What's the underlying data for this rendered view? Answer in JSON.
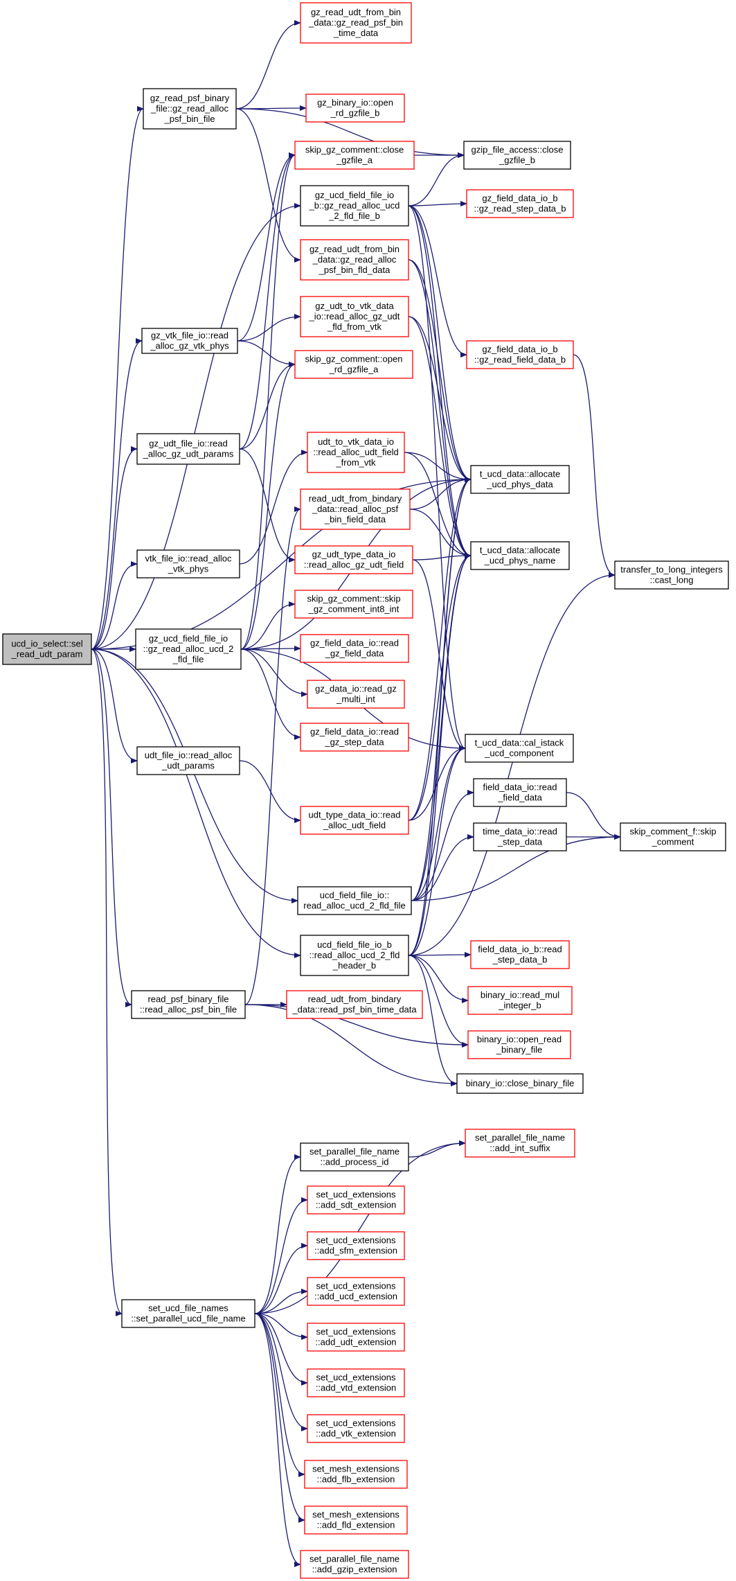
{
  "graph": {
    "title": "",
    "colors": {
      "edge": "#191970",
      "documented_border": "#000000",
      "undocumented_border": "#ff0000",
      "root_fill": "#bfbfbf"
    },
    "nodes": [
      {
        "id": "root",
        "kind": "root",
        "lines": [
          "ucd_io_select::sel",
          "_read_udt_param"
        ]
      },
      {
        "id": "gz_read_psf_binary",
        "kind": "defined",
        "lines": [
          "gz_read_psf_binary",
          "_file::gz_read_alloc",
          "_psf_bin_file"
        ]
      },
      {
        "id": "gz_vtk_file_io",
        "kind": "defined",
        "lines": [
          "gz_vtk_file_io::read",
          "_alloc_gz_vtk_phys"
        ]
      },
      {
        "id": "gz_udt_file_io",
        "kind": "defined",
        "lines": [
          "gz_udt_file_io::read",
          "_alloc_gz_udt_params"
        ]
      },
      {
        "id": "vtk_file_io",
        "kind": "defined",
        "lines": [
          "vtk_file_io::read_alloc",
          "_vtk_phys"
        ]
      },
      {
        "id": "gz_ucd_field_file_io",
        "kind": "defined",
        "lines": [
          "gz_ucd_field_file_io",
          "::gz_read_alloc_ucd_2",
          "_fld_file"
        ]
      },
      {
        "id": "udt_file_io",
        "kind": "defined",
        "lines": [
          "udt_file_io::read_alloc",
          "_udt_params"
        ]
      },
      {
        "id": "read_psf_binary_file",
        "kind": "defined",
        "lines": [
          "read_psf_binary_file",
          "::read_alloc_psf_bin_file"
        ]
      },
      {
        "id": "set_ucd_file_names",
        "kind": "defined",
        "lines": [
          "set_ucd_file_names",
          "::set_parallel_ucd_file_name"
        ]
      },
      {
        "id": "gz_read_udt_time",
        "kind": "undocumented",
        "lines": [
          "gz_read_udt_from_bin",
          "_data::gz_read_psf_bin",
          "_time_data"
        ]
      },
      {
        "id": "gz_binary_io_open",
        "kind": "undocumented",
        "lines": [
          "gz_binary_io::open",
          "_rd_gzfile_b"
        ]
      },
      {
        "id": "skip_gz_close",
        "kind": "undocumented",
        "lines": [
          "skip_gz_comment::close",
          "_gzfile_a"
        ]
      },
      {
        "id": "gz_ucd_field_file_io_b",
        "kind": "defined",
        "lines": [
          "gz_ucd_field_file_io",
          "_b::gz_read_alloc_ucd",
          "_2_fld_file_b"
        ]
      },
      {
        "id": "gz_read_udt_fld",
        "kind": "undocumented",
        "lines": [
          "gz_read_udt_from_bin",
          "_data::gz_read_alloc",
          "_psf_bin_fld_data"
        ]
      },
      {
        "id": "gz_udt_to_vtk",
        "kind": "undocumented",
        "lines": [
          "gz_udt_to_vtk_data",
          "_io::read_alloc_gz_udt",
          "_fld_from_vtk"
        ]
      },
      {
        "id": "skip_gz_open",
        "kind": "undocumented",
        "lines": [
          "skip_gz_comment::open",
          "_rd_gzfile_a"
        ]
      },
      {
        "id": "udt_to_vtk",
        "kind": "undocumented",
        "lines": [
          "udt_to_vtk_data_io",
          "::read_alloc_udt_field",
          "_from_vtk"
        ]
      },
      {
        "id": "read_udt_bindary_fld",
        "kind": "undocumented",
        "lines": [
          "read_udt_from_bindary",
          "_data::read_alloc_psf",
          "_bin_field_data"
        ]
      },
      {
        "id": "gz_udt_type",
        "kind": "undocumented",
        "lines": [
          "gz_udt_type_data_io",
          "::read_alloc_gz_udt_field"
        ]
      },
      {
        "id": "skip_int8",
        "kind": "undocumented",
        "lines": [
          "skip_gz_comment::skip",
          "_gz_comment_int8_int"
        ]
      },
      {
        "id": "gz_field_read",
        "kind": "undocumented",
        "lines": [
          "gz_field_data_io::read",
          "_gz_field_data"
        ]
      },
      {
        "id": "gz_multi_int",
        "kind": "undocumented",
        "lines": [
          "gz_data_io::read_gz",
          "_multi_int"
        ]
      },
      {
        "id": "gz_step_data",
        "kind": "undocumented",
        "lines": [
          "gz_field_data_io::read",
          "_gz_step_data"
        ]
      },
      {
        "id": "udt_type_data",
        "kind": "undocumented",
        "lines": [
          "udt_type_data_io::read",
          "_alloc_udt_field"
        ]
      },
      {
        "id": "ucd_field_file_io",
        "kind": "defined",
        "lines": [
          "ucd_field_file_io::",
          "read_alloc_ucd_2_fld_file"
        ]
      },
      {
        "id": "ucd_field_file_io_b",
        "kind": "defined",
        "lines": [
          "ucd_field_file_io_b",
          "::read_alloc_ucd_2_fld",
          "_header_b"
        ]
      },
      {
        "id": "read_udt_bindary_time",
        "kind": "undocumented",
        "lines": [
          "read_udt_from_bindary",
          "_data::read_psf_bin_time_data"
        ]
      },
      {
        "id": "set_parallel_process_id",
        "kind": "defined",
        "lines": [
          "set_parallel_file_name",
          "::add_process_id"
        ]
      },
      {
        "id": "add_sdt",
        "kind": "undocumented",
        "lines": [
          "set_ucd_extensions",
          "::add_sdt_extension"
        ]
      },
      {
        "id": "add_sfm",
        "kind": "undocumented",
        "lines": [
          "set_ucd_extensions",
          "::add_sfm_extension"
        ]
      },
      {
        "id": "add_ucd",
        "kind": "undocumented",
        "lines": [
          "set_ucd_extensions",
          "::add_ucd_extension"
        ]
      },
      {
        "id": "add_udt",
        "kind": "undocumented",
        "lines": [
          "set_ucd_extensions",
          "::add_udt_extension"
        ]
      },
      {
        "id": "add_vtd",
        "kind": "undocumented",
        "lines": [
          "set_ucd_extensions",
          "::add_vtd_extension"
        ]
      },
      {
        "id": "add_vtk",
        "kind": "undocumented",
        "lines": [
          "set_ucd_extensions",
          "::add_vtk_extension"
        ]
      },
      {
        "id": "add_flb",
        "kind": "undocumented",
        "lines": [
          "set_mesh_extensions",
          "::add_flb_extension"
        ]
      },
      {
        "id": "add_fld",
        "kind": "undocumented",
        "lines": [
          "set_mesh_extensions",
          "::add_fld_extension"
        ]
      },
      {
        "id": "add_gzip",
        "kind": "undocumented",
        "lines": [
          "set_parallel_file_name",
          "::add_gzip_extension"
        ]
      },
      {
        "id": "gzip_close",
        "kind": "defined",
        "lines": [
          "gzip_file_access::close",
          "_gzfile_b"
        ]
      },
      {
        "id": "gz_field_data_io_b_step",
        "kind": "undocumented",
        "lines": [
          "gz_field_data_io_b",
          "::gz_read_step_data_b"
        ]
      },
      {
        "id": "gz_field_data_io_b_field",
        "kind": "undocumented",
        "lines": [
          "gz_field_data_io_b",
          "::gz_read_field_data_b"
        ]
      },
      {
        "id": "t_ucd_phys_data",
        "kind": "defined",
        "lines": [
          "t_ucd_data::allocate",
          "_ucd_phys_data"
        ]
      },
      {
        "id": "t_ucd_phys_name",
        "kind": "defined",
        "lines": [
          "t_ucd_data::allocate",
          "_ucd_phys_name"
        ]
      },
      {
        "id": "t_ucd_cal_istack",
        "kind": "defined",
        "lines": [
          "t_ucd_data::cal_istack",
          "_ucd_component"
        ]
      },
      {
        "id": "field_data_io_read",
        "kind": "defined",
        "lines": [
          "field_data_io::read",
          "_field_data"
        ]
      },
      {
        "id": "time_data_io_read",
        "kind": "defined",
        "lines": [
          "time_data_io::read",
          "_step_data"
        ]
      },
      {
        "id": "field_data_io_b_step",
        "kind": "undocumented",
        "lines": [
          "field_data_io_b::read",
          "_step_data_b"
        ]
      },
      {
        "id": "binary_read_mul",
        "kind": "undocumented",
        "lines": [
          "binary_io::read_mul",
          "_integer_b"
        ]
      },
      {
        "id": "binary_open_read",
        "kind": "undocumented",
        "lines": [
          "binary_io::open_read",
          "_binary_file"
        ]
      },
      {
        "id": "binary_close",
        "kind": "defined",
        "lines": [
          "binary_io::close_binary_file"
        ]
      },
      {
        "id": "set_parallel_int_suffix",
        "kind": "undocumented",
        "lines": [
          "set_parallel_file_name",
          "::add_int_suffix"
        ]
      },
      {
        "id": "transfer_to_long",
        "kind": "defined",
        "lines": [
          "transfer_to_long_integers",
          "::cast_long"
        ]
      },
      {
        "id": "skip_comment_f",
        "kind": "defined",
        "lines": [
          "skip_comment_f::skip",
          "_comment"
        ]
      }
    ],
    "edges": [
      [
        "root",
        "gz_read_psf_binary"
      ],
      [
        "root",
        "gz_vtk_file_io"
      ],
      [
        "root",
        "gz_udt_file_io"
      ],
      [
        "root",
        "vtk_file_io"
      ],
      [
        "root",
        "gz_ucd_field_file_io"
      ],
      [
        "root",
        "udt_file_io"
      ],
      [
        "root",
        "read_psf_binary_file"
      ],
      [
        "root",
        "set_ucd_file_names"
      ],
      [
        "root",
        "gz_ucd_field_file_io_b"
      ],
      [
        "root",
        "ucd_field_file_io"
      ],
      [
        "root",
        "ucd_field_file_io_b"
      ],
      [
        "root",
        "t_ucd_phys_data"
      ],
      [
        "gz_read_psf_binary",
        "gz_read_udt_time"
      ],
      [
        "gz_read_psf_binary",
        "gz_binary_io_open"
      ],
      [
        "gz_read_psf_binary",
        "gzip_close"
      ],
      [
        "gz_read_psf_binary",
        "gz_read_udt_fld"
      ],
      [
        "gz_vtk_file_io",
        "gz_udt_to_vtk"
      ],
      [
        "gz_vtk_file_io",
        "skip_gz_open"
      ],
      [
        "gz_vtk_file_io",
        "skip_gz_close"
      ],
      [
        "gz_udt_file_io",
        "skip_gz_open"
      ],
      [
        "gz_udt_file_io",
        "skip_gz_close"
      ],
      [
        "gz_udt_file_io",
        "gz_udt_type"
      ],
      [
        "vtk_file_io",
        "udt_to_vtk"
      ],
      [
        "gz_ucd_field_file_io",
        "skip_int8"
      ],
      [
        "gz_ucd_field_file_io",
        "gz_field_read"
      ],
      [
        "gz_ucd_field_file_io",
        "gz_multi_int"
      ],
      [
        "gz_ucd_field_file_io",
        "gz_step_data"
      ],
      [
        "gz_ucd_field_file_io",
        "skip_gz_open"
      ],
      [
        "gz_ucd_field_file_io",
        "skip_gz_close"
      ],
      [
        "gz_ucd_field_file_io",
        "t_ucd_phys_data"
      ],
      [
        "gz_ucd_field_file_io",
        "t_ucd_cal_istack"
      ],
      [
        "udt_file_io",
        "udt_type_data"
      ],
      [
        "read_psf_binary_file",
        "read_udt_bindary_time"
      ],
      [
        "read_psf_binary_file",
        "read_udt_bindary_fld"
      ],
      [
        "read_psf_binary_file",
        "binary_open_read"
      ],
      [
        "read_psf_binary_file",
        "binary_close"
      ],
      [
        "set_ucd_file_names",
        "set_parallel_process_id"
      ],
      [
        "set_ucd_file_names",
        "set_parallel_int_suffix"
      ],
      [
        "set_ucd_file_names",
        "add_sdt"
      ],
      [
        "set_ucd_file_names",
        "add_sfm"
      ],
      [
        "set_ucd_file_names",
        "add_ucd"
      ],
      [
        "set_ucd_file_names",
        "add_udt"
      ],
      [
        "set_ucd_file_names",
        "add_vtd"
      ],
      [
        "set_ucd_file_names",
        "add_vtk"
      ],
      [
        "set_ucd_file_names",
        "add_flb"
      ],
      [
        "set_ucd_file_names",
        "add_fld"
      ],
      [
        "set_ucd_file_names",
        "add_gzip"
      ],
      [
        "skip_gz_close",
        "gzip_close"
      ],
      [
        "gz_ucd_field_file_io_b",
        "gzip_close"
      ],
      [
        "gz_ucd_field_file_io_b",
        "gz_field_data_io_b_step"
      ],
      [
        "gz_ucd_field_file_io_b",
        "gz_field_data_io_b_field"
      ],
      [
        "gz_ucd_field_file_io_b",
        "t_ucd_phys_data"
      ],
      [
        "gz_ucd_field_file_io_b",
        "t_ucd_phys_name"
      ],
      [
        "gz_ucd_field_file_io_b",
        "t_ucd_cal_istack"
      ],
      [
        "gz_read_udt_fld",
        "t_ucd_phys_data"
      ],
      [
        "gz_read_udt_fld",
        "t_ucd_phys_name"
      ],
      [
        "gz_udt_to_vtk",
        "t_ucd_phys_data"
      ],
      [
        "gz_udt_to_vtk",
        "t_ucd_phys_name"
      ],
      [
        "udt_to_vtk",
        "t_ucd_phys_data"
      ],
      [
        "udt_to_vtk",
        "t_ucd_phys_name"
      ],
      [
        "read_udt_bindary_fld",
        "t_ucd_phys_data"
      ],
      [
        "read_udt_bindary_fld",
        "t_ucd_phys_name"
      ],
      [
        "gz_udt_type",
        "t_ucd_phys_name"
      ],
      [
        "gz_udt_type",
        "t_ucd_cal_istack"
      ],
      [
        "udt_type_data",
        "t_ucd_phys_data"
      ],
      [
        "udt_type_data",
        "t_ucd_phys_name"
      ],
      [
        "udt_type_data",
        "t_ucd_cal_istack"
      ],
      [
        "ucd_field_file_io",
        "t_ucd_phys_data"
      ],
      [
        "ucd_field_file_io",
        "t_ucd_phys_name"
      ],
      [
        "ucd_field_file_io",
        "t_ucd_cal_istack"
      ],
      [
        "ucd_field_file_io",
        "field_data_io_read"
      ],
      [
        "ucd_field_file_io",
        "time_data_io_read"
      ],
      [
        "ucd_field_file_io",
        "skip_comment_f"
      ],
      [
        "ucd_field_file_io_b",
        "field_data_io_b_step"
      ],
      [
        "ucd_field_file_io_b",
        "binary_read_mul"
      ],
      [
        "ucd_field_file_io_b",
        "binary_open_read"
      ],
      [
        "ucd_field_file_io_b",
        "binary_close"
      ],
      [
        "ucd_field_file_io_b",
        "t_ucd_phys_data"
      ],
      [
        "ucd_field_file_io_b",
        "t_ucd_phys_name"
      ],
      [
        "ucd_field_file_io_b",
        "t_ucd_cal_istack"
      ],
      [
        "ucd_field_file_io_b",
        "transfer_to_long"
      ],
      [
        "gz_field_data_io_b_field",
        "transfer_to_long"
      ],
      [
        "field_data_io_read",
        "skip_comment_f"
      ],
      [
        "time_data_io_read",
        "skip_comment_f"
      ],
      [
        "set_parallel_process_id",
        "set_parallel_int_suffix"
      ]
    ]
  }
}
